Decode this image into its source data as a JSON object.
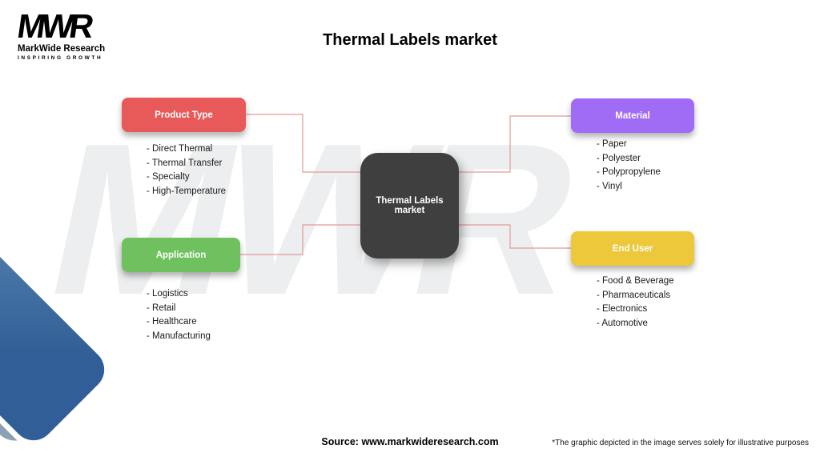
{
  "title": "Thermal Labels market",
  "logo": {
    "mark": "MWR",
    "name": "MarkWide Research",
    "tagline": "Inspiring Growth"
  },
  "watermark": "MWR",
  "center_node": {
    "label": "Thermal Labels market"
  },
  "nodes": {
    "product_type": {
      "label": "Product Type",
      "color": "#e8595a",
      "items": [
        "- Direct Thermal",
        "- Thermal Transfer",
        "- Specialty",
        "- High-Temperature"
      ]
    },
    "material": {
      "label": "Material",
      "color": "#a06cf5",
      "items": [
        "- Paper",
        "- Polyester",
        "- Polypropylene",
        "- Vinyl"
      ]
    },
    "application": {
      "label": "Application",
      "color": "#6ec15e",
      "items": [
        "- Logistics",
        "- Retail",
        "- Healthcare",
        "- Manufacturing"
      ]
    },
    "end_user": {
      "label": "End User",
      "color": "#ecc83a",
      "items": [
        "- Food & Beverage",
        "- Pharmaceuticals",
        "- Electronics",
        "- Automotive"
      ]
    }
  },
  "footer": {
    "source_label": "Source:",
    "source_url": "www.markwideresearch.com",
    "disclaimer": "*The graphic depicted in the image serves solely for illustrative purposes"
  },
  "colors": {
    "connector": "#e39a9a",
    "center_bg": "#3f3f3f"
  }
}
